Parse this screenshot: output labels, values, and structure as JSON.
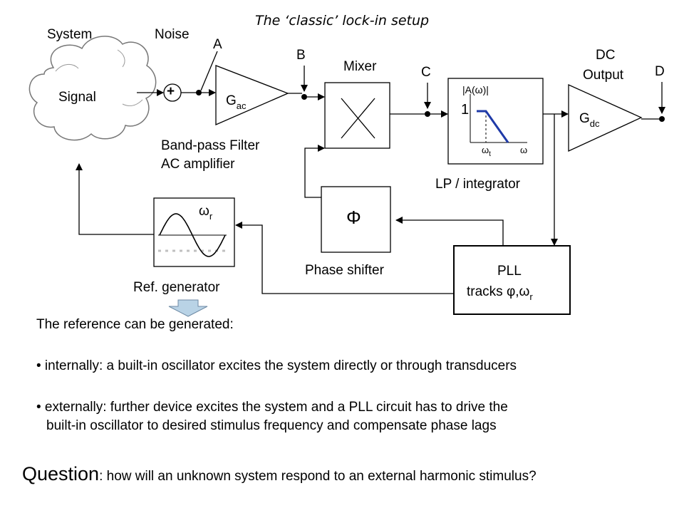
{
  "title": "The ‘classic’ lock-in setup",
  "labels": {
    "system": "System",
    "noise": "Noise",
    "signal": "Signal",
    "plus": "+",
    "a": "A",
    "b": "B",
    "c": "C",
    "d": "D",
    "mixer": "Mixer",
    "dc_output_line1": "DC",
    "dc_output_line2": "Output",
    "g_ac_main": "G",
    "g_ac_sub": "ac",
    "g_dc_main": "G",
    "g_dc_sub": "dc",
    "bandpass_line1": "Band-pass Filter",
    "bandpass_line2": "AC amplifier",
    "lp_integrator": "LP / integrator",
    "lp_ylabel": "|A(ω)|",
    "lp_one": "1",
    "lp_omega_t_main": "ω",
    "lp_omega_t_sub": "t",
    "lp_omega": "ω",
    "ref_omega_main": "ω",
    "ref_omega_sub": "r",
    "ref_generator": "Ref. generator",
    "phi": "Φ",
    "phase_shifter": "Phase shifter",
    "pll_line1": "PLL",
    "pll_line2_main": "tracks φ,ω",
    "pll_line2_sub": "r"
  },
  "text": {
    "intro": "The reference can be generated:",
    "bullet1": "• internally: a built-in oscillator excites the system directly or through transducers",
    "bullet2_line1": "• externally: further device excites the system and a PLL circuit has to drive the",
    "bullet2_line2": "built-in oscillator to desired stimulus frequency and compensate phase lags",
    "question_strong": "Question",
    "question_rest": ": how will an unknown system respond to an external harmonic stimulus?"
  },
  "colors": {
    "line": "#000000",
    "lp_curve": "#1f3aa8",
    "ref_sine": "#000000",
    "ref_dashed": "#c0c0c0",
    "down_arrow_fill": "#b9d3e6",
    "down_arrow_stroke": "#6e8aa4",
    "cloud_fill": "#ffffff",
    "cloud_stroke": "#777777"
  },
  "icons": {
    "cloud": "cloud-shape",
    "summing_junction": "summing-junction-icon",
    "amplifier": "triangle-amplifier-icon",
    "mixer": "multiplier-cross-icon",
    "down_arrow": "down-arrow-icon"
  }
}
